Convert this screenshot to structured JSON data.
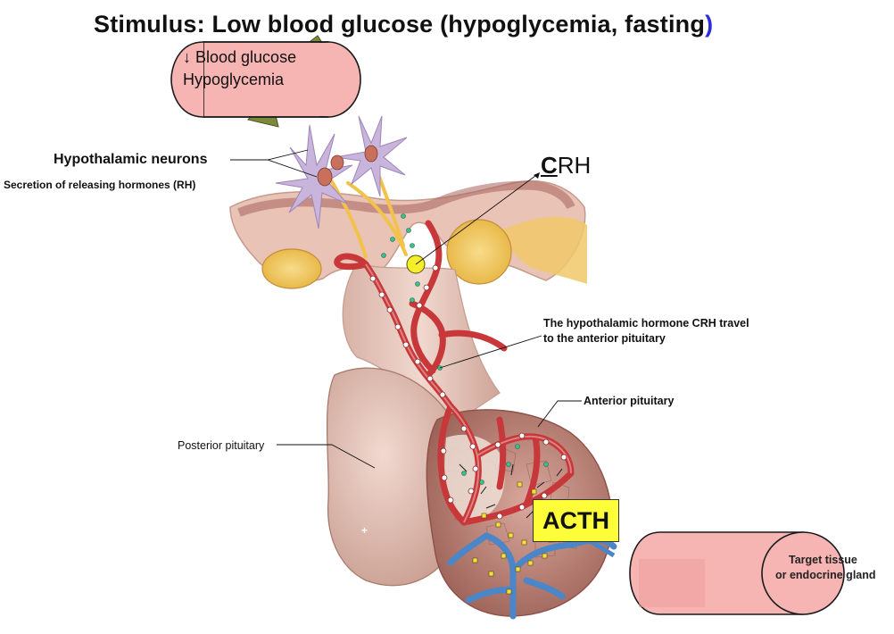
{
  "title": {
    "main": "Stimulus: Low blood glucose (hypoglycemia, fasting",
    "close_paren": ")"
  },
  "stimulus_box": {
    "line1": "↓ Blood glucose",
    "line2": "Hypoglycemia"
  },
  "labels": {
    "hypothalamic_neurons": "Hypothalamic neurons",
    "rh_secretion": "Secretion of releasing hormones (RH)",
    "crh_first": "C",
    "crh_rest": "RH",
    "travel_line1": "The hypothalamic hormone CRH travel",
    "travel_line2": "to the anterior pituitary",
    "anterior_pituitary": "Anterior pituitary",
    "posterior_pituitary": "Posterior pituitary",
    "acth": "ACTH",
    "target_line1": "Target tissue",
    "target_line2": "or endocrine gland",
    "small_plus": "+"
  },
  "colors": {
    "vessel_red": "#c8373a",
    "vein_blue": "#4a86c8",
    "neuron_lilac": "#c9b4dc",
    "axon_yellow": "#f3c24a",
    "cylinder_pink": "#f6b4b2",
    "tissue_pink": "#e6c2b8",
    "acth_yellow": "#fdfd3a",
    "arrow_olive": "#7b8a3a"
  }
}
